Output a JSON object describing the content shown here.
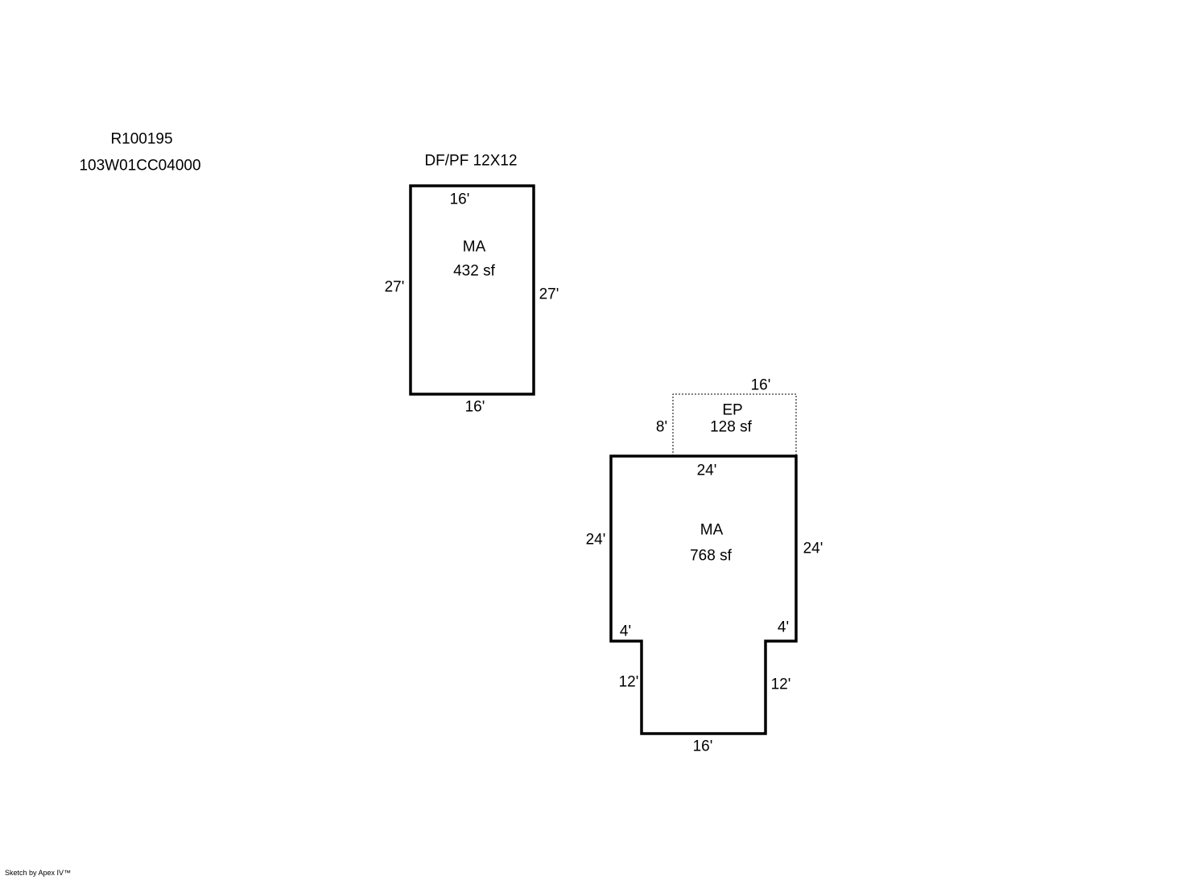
{
  "header": {
    "parcel_id": "R100195",
    "map_number": "103W01CC04000"
  },
  "building_1": {
    "caption": "DF/PF 12X12",
    "area_code": "MA",
    "area_size": "432 sf",
    "dims": {
      "top": "16'",
      "bottom": "16'",
      "left": "27'",
      "right": "27'"
    }
  },
  "porch": {
    "area_code": "EP",
    "area_size": "128 sf",
    "dims": {
      "top": "16'",
      "left": "8'"
    }
  },
  "building_2": {
    "area_code": "MA",
    "area_size": "768 sf",
    "dims": {
      "top": "24'",
      "left": "24'",
      "right": "24'",
      "step_left": "4'",
      "step_right": "4'",
      "lower_left": "12'",
      "lower_right": "12'",
      "bottom": "16'"
    }
  },
  "footer": {
    "credit": "Sketch by Apex IV™"
  },
  "colors": {
    "line": "#000000",
    "background": "#ffffff"
  }
}
